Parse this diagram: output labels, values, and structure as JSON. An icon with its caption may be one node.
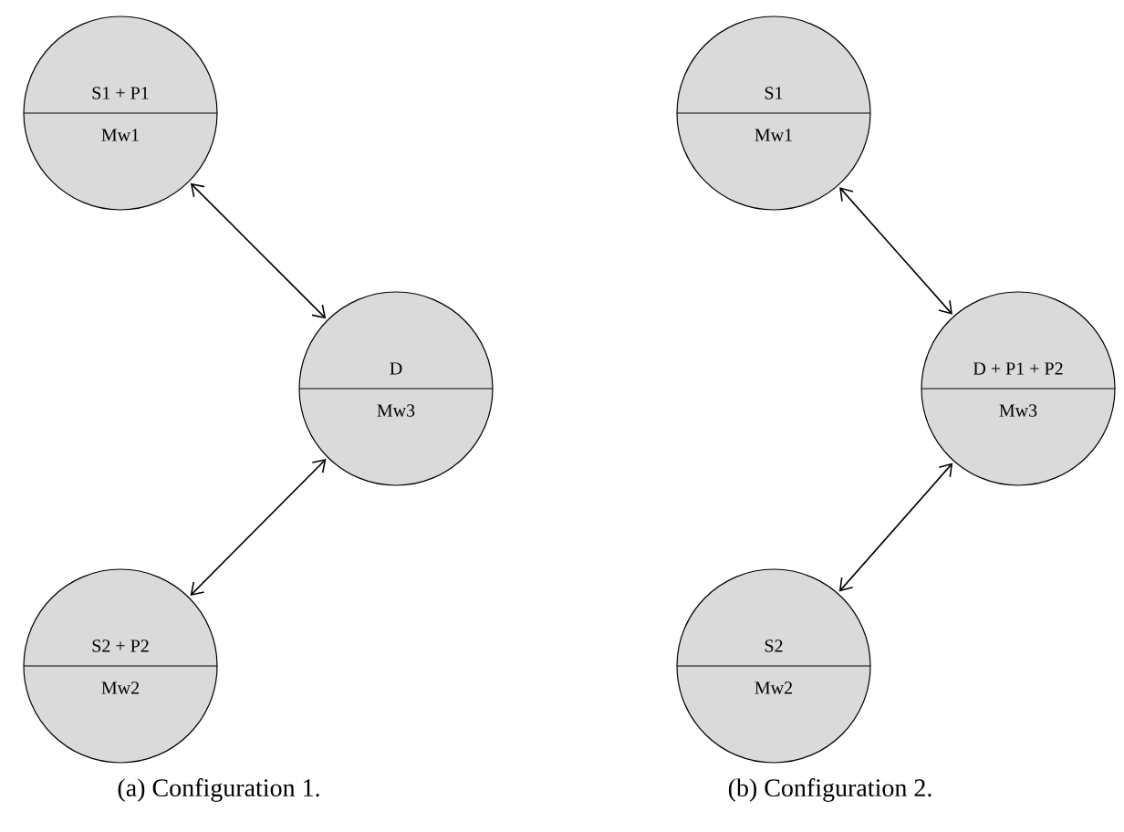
{
  "diagram": {
    "nodes": [
      {
        "text": [
          "S1 + P1",
          "Mw1"
        ]
      },
      {
        "text": [
          "D",
          "Mw3"
        ]
      },
      {
        "text": [
          "S2 + P2",
          "Mw2"
        ]
      },
      {
        "text": [
          "S1",
          "Mw1"
        ]
      },
      {
        "text": [
          "D + P1 + P2",
          "Mw3"
        ]
      },
      {
        "text": [
          "S2",
          "Mw2"
        ]
      }
    ],
    "edges": [
      {
        "from": 0,
        "to": 1,
        "arrow": "both"
      },
      {
        "from": 1,
        "to": 2,
        "arrow": "both"
      },
      {
        "from": 3,
        "to": 4,
        "arrow": "both"
      },
      {
        "from": 4,
        "to": 5,
        "arrow": "both"
      }
    ],
    "labels": [
      "(a) Configuration 1.",
      "(b) Configuration 2."
    ]
  }
}
